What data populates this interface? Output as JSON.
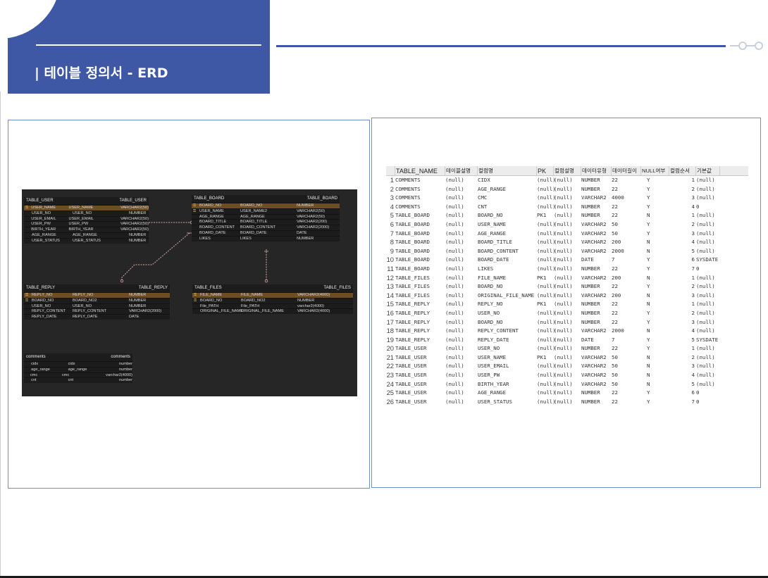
{
  "header": {
    "title": "| 테이블 정의서 - ERD",
    "accent_color": "#3f58a6"
  },
  "erd": {
    "entities": [
      {
        "id": "table-user",
        "logical": "TABLE_USER",
        "physical": "TABLE_USER",
        "rows": [
          {
            "key": "⚿",
            "logical": "USER_NAME",
            "physical": "USER_NAME",
            "type": "VARCHAR2(50)",
            "style": "pk"
          },
          {
            "key": "",
            "logical": "USER_NO",
            "physical": "USER_NO",
            "type": "NUMBER",
            "style": ""
          },
          {
            "key": "",
            "logical": "USER_EMAIL",
            "physical": "USER_EMAIL",
            "type": "VARCHAR2(50)",
            "style": ""
          },
          {
            "key": "",
            "logical": "USER_PW",
            "physical": "USER_PW",
            "type": "VARCHAR2(50)",
            "style": ""
          },
          {
            "key": "",
            "logical": "BIRTH_YEAR",
            "physical": "BIRTH_YEAR",
            "type": "VARCHAR2(50)",
            "style": ""
          },
          {
            "key": "",
            "logical": "AGE_RANGE",
            "physical": "AGE_RANGE",
            "type": "NUMBER",
            "style": ""
          },
          {
            "key": "",
            "logical": "USER_STATUS",
            "physical": "USER_STATUS",
            "type": "NUMBER",
            "style": ""
          }
        ]
      },
      {
        "id": "table-board",
        "logical": "TABLE_BOARD",
        "physical": "TABLE_BOARD",
        "rows": [
          {
            "key": "⚿",
            "logical": "BOARD_NO",
            "physical": "BOARD_NO",
            "type": "NUMBER",
            "style": "pk"
          },
          {
            "key": "⚿",
            "logical": "USER_NAME",
            "physical": "USER_NAME2",
            "type": "VARCHAR2(50)",
            "style": ""
          },
          {
            "key": "",
            "logical": "AGE_RANGE",
            "physical": "AGE_RANGE",
            "type": "VARCHAR2(50)",
            "style": ""
          },
          {
            "key": "",
            "logical": "BOARD_TITLE",
            "physical": "BOARD_TITLE",
            "type": "VARCHAR2(200)",
            "style": ""
          },
          {
            "key": "",
            "logical": "BOARD_CONTENT",
            "physical": "BOARD_CONTENT",
            "type": "VARCHAR2(2000)",
            "style": ""
          },
          {
            "key": "",
            "logical": "BOARD_DATE",
            "physical": "BOARD_DATE",
            "type": "DATE",
            "style": ""
          },
          {
            "key": "",
            "logical": "LIKES",
            "physical": "LIKES",
            "type": "NUMBER",
            "style": ""
          }
        ]
      },
      {
        "id": "table-reply",
        "logical": "TABLE_REPLY",
        "physical": "TABLE_REPLY",
        "rows": [
          {
            "key": "⚿",
            "logical": "REPLY_NO",
            "physical": "REPLY_NO",
            "type": "NUMBER",
            "style": "pk"
          },
          {
            "key": "⚿",
            "logical": "BOARD_NO",
            "physical": "BOARD_NO2",
            "type": "NUMBER",
            "style": ""
          },
          {
            "key": "",
            "logical": "USER_NO",
            "physical": "USER_NO",
            "type": "NUMBER",
            "style": ""
          },
          {
            "key": "",
            "logical": "REPLY_CONTENT",
            "physical": "REPLY_CONTENT",
            "type": "VARCHAR2(2000)",
            "style": ""
          },
          {
            "key": "",
            "logical": "REPLY_DATE",
            "physical": "REPLY_DATE",
            "type": "DATE",
            "style": ""
          }
        ]
      },
      {
        "id": "table-files",
        "logical": "TABLE_FILES",
        "physical": "TABLE_FILES",
        "rows": [
          {
            "key": "⚿",
            "logical": "FILE_NAME",
            "physical": "FILE_NAME",
            "type": "VARCHAR2(4000)",
            "style": "pk"
          },
          {
            "key": "⚿",
            "logical": "BOARD_NO",
            "physical": "BOARD_NO2",
            "type": "NUMBER",
            "style": ""
          },
          {
            "key": "",
            "logical": "File_PATH",
            "physical": "File_PATH",
            "type": "varchar2(4000)",
            "style": ""
          },
          {
            "key": "",
            "logical": "ORIGINAL_FILE_NAME",
            "physical": "ORIGINAL_FILE_NAME",
            "type": "VARCHAR2(4000)",
            "style": ""
          }
        ]
      },
      {
        "id": "comments",
        "logical": "comments",
        "physical": "comments",
        "rows": [
          {
            "key": "",
            "logical": "cidx",
            "physical": "cidx",
            "type": "number",
            "style": ""
          },
          {
            "key": "",
            "logical": "age_range",
            "physical": "age_range",
            "type": "number",
            "style": ""
          },
          {
            "key": "",
            "logical": "cmc",
            "physical": "cmc",
            "type": "varchar2(4000)",
            "style": ""
          },
          {
            "key": "",
            "logical": "cnt",
            "physical": "cnt",
            "type": "number",
            "style": ""
          }
        ]
      }
    ]
  },
  "grid": {
    "columns": [
      "TABLE_NAME",
      "테이블설명",
      "컬럼명",
      "PK",
      "컬럼설명",
      "데이터유형",
      "데이터길이",
      "NULL여부",
      "컬럼순서",
      "기본값"
    ],
    "rows": [
      [
        "1",
        "COMMENTS",
        "(null)",
        "CIDX",
        "(null)",
        "(null)",
        "NUMBER",
        "22",
        "Y",
        "1",
        "(null)"
      ],
      [
        "2",
        "COMMENTS",
        "(null)",
        "AGE_RANGE",
        "(null)",
        "(null)",
        "NUMBER",
        "22",
        "Y",
        "2",
        "(null)"
      ],
      [
        "3",
        "COMMENTS",
        "(null)",
        "CMC",
        "(null)",
        "(null)",
        "VARCHAR2",
        "4000",
        "Y",
        "3",
        "(null)"
      ],
      [
        "4",
        "COMMENTS",
        "(null)",
        "CNT",
        "(null)",
        "(null)",
        "NUMBER",
        "22",
        "Y",
        "4",
        "0"
      ],
      [
        "5",
        "TABLE_BOARD",
        "(null)",
        "BOARD_NO",
        "PK1",
        "(null)",
        "NUMBER",
        "22",
        "N",
        "1",
        "(null)"
      ],
      [
        "6",
        "TABLE_BOARD",
        "(null)",
        "USER_NAME",
        "(null)",
        "(null)",
        "VARCHAR2",
        "50",
        "Y",
        "2",
        "(null)"
      ],
      [
        "7",
        "TABLE_BOARD",
        "(null)",
        "AGE_RANGE",
        "(null)",
        "(null)",
        "VARCHAR2",
        "50",
        "Y",
        "3",
        "(null)"
      ],
      [
        "8",
        "TABLE_BOARD",
        "(null)",
        "BOARD_TITLE",
        "(null)",
        "(null)",
        "VARCHAR2",
        "200",
        "N",
        "4",
        "(null)"
      ],
      [
        "9",
        "TABLE_BOARD",
        "(null)",
        "BOARD_CONTENT",
        "(null)",
        "(null)",
        "VARCHAR2",
        "2000",
        "N",
        "5",
        "(null)"
      ],
      [
        "10",
        "TABLE_BOARD",
        "(null)",
        "BOARD_DATE",
        "(null)",
        "(null)",
        "DATE",
        "7",
        "Y",
        "6",
        "SYSDATE"
      ],
      [
        "11",
        "TABLE_BOARD",
        "(null)",
        "LIKES",
        "(null)",
        "(null)",
        "NUMBER",
        "22",
        "Y",
        "7",
        "0"
      ],
      [
        "12",
        "TABLE_FILES",
        "(null)",
        "FILE_NAME",
        "PK1",
        "(null)",
        "VARCHAR2",
        "200",
        "N",
        "1",
        "(null)"
      ],
      [
        "13",
        "TABLE_FILES",
        "(null)",
        "BOARD_NO",
        "(null)",
        "(null)",
        "NUMBER",
        "22",
        "Y",
        "2",
        "(null)"
      ],
      [
        "14",
        "TABLE_FILES",
        "(null)",
        "ORIGINAL_FILE_NAME",
        "(null)",
        "(null)",
        "VARCHAR2",
        "200",
        "N",
        "3",
        "(null)"
      ],
      [
        "15",
        "TABLE_REPLY",
        "(null)",
        "REPLY_NO",
        "PK1",
        "(null)",
        "NUMBER",
        "22",
        "N",
        "1",
        "(null)"
      ],
      [
        "16",
        "TABLE_REPLY",
        "(null)",
        "USER_NO",
        "(null)",
        "(null)",
        "NUMBER",
        "22",
        "Y",
        "2",
        "(null)"
      ],
      [
        "17",
        "TABLE_REPLY",
        "(null)",
        "BOARD_NO",
        "(null)",
        "(null)",
        "NUMBER",
        "22",
        "Y",
        "3",
        "(null)"
      ],
      [
        "18",
        "TABLE_REPLY",
        "(null)",
        "REPLY_CONTENT",
        "(null)",
        "(null)",
        "VARCHAR2",
        "2000",
        "N",
        "4",
        "(null)"
      ],
      [
        "19",
        "TABLE_REPLY",
        "(null)",
        "REPLY_DATE",
        "(null)",
        "(null)",
        "DATE",
        "7",
        "Y",
        "5",
        "SYSDATE"
      ],
      [
        "20",
        "TABLE_USER",
        "(null)",
        "USER_NO",
        "(null)",
        "(null)",
        "NUMBER",
        "22",
        "Y",
        "1",
        "(null)"
      ],
      [
        "21",
        "TABLE_USER",
        "(null)",
        "USER_NAME",
        "PK1",
        "(null)",
        "VARCHAR2",
        "50",
        "N",
        "2",
        "(null)"
      ],
      [
        "22",
        "TABLE_USER",
        "(null)",
        "USER_EMAIL",
        "(null)",
        "(null)",
        "VARCHAR2",
        "50",
        "N",
        "3",
        "(null)"
      ],
      [
        "23",
        "TABLE_USER",
        "(null)",
        "USER_PW",
        "(null)",
        "(null)",
        "VARCHAR2",
        "50",
        "N",
        "4",
        "(null)"
      ],
      [
        "24",
        "TABLE_USER",
        "(null)",
        "BIRTH_YEAR",
        "(null)",
        "(null)",
        "VARCHAR2",
        "50",
        "N",
        "5",
        "(null)"
      ],
      [
        "25",
        "TABLE_USER",
        "(null)",
        "AGE_RANGE",
        "(null)",
        "(null)",
        "NUMBER",
        "22",
        "Y",
        "6",
        "0"
      ],
      [
        "26",
        "TABLE_USER",
        "(null)",
        "USER_STATUS",
        "(null)",
        "(null)",
        "NUMBER",
        "22",
        "Y",
        "7",
        "0"
      ]
    ]
  }
}
